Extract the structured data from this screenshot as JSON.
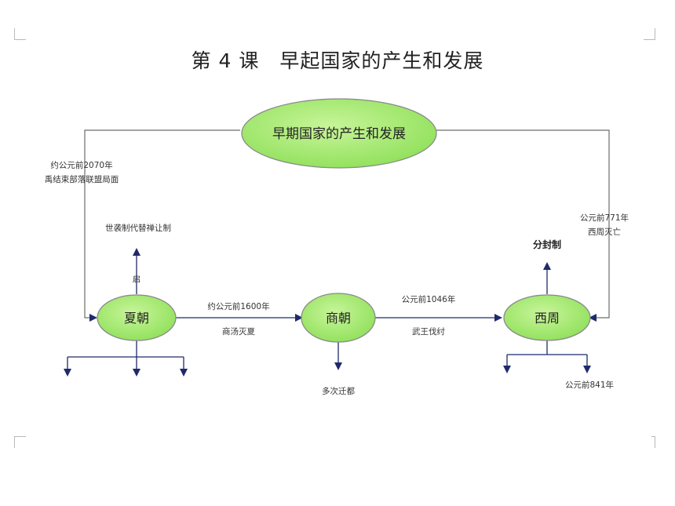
{
  "title": "第 4 课　早起国家的产生和发展",
  "nodes": {
    "center": "早期国家的产生和发展",
    "xia": "夏朝",
    "shang": "商朝",
    "zhou": "西周"
  },
  "labels": {
    "left_date": "约公元前2070年",
    "left_event": "禹结束部落联盟局面",
    "right_date": "公元前771年",
    "right_event": "西周灭亡",
    "xia_up_top": "世袭制代替禅让制",
    "xia_up_mid": "启",
    "xia_shang_date": "约公元前1600年",
    "xia_shang_event": "商汤灭夏",
    "shang_zhou_date": "公元前1046年",
    "shang_zhou_event": "武王伐纣",
    "zhou_up": "分封制",
    "shang_down": "多次迁都",
    "zhou_down_right": "公元前841年"
  }
}
